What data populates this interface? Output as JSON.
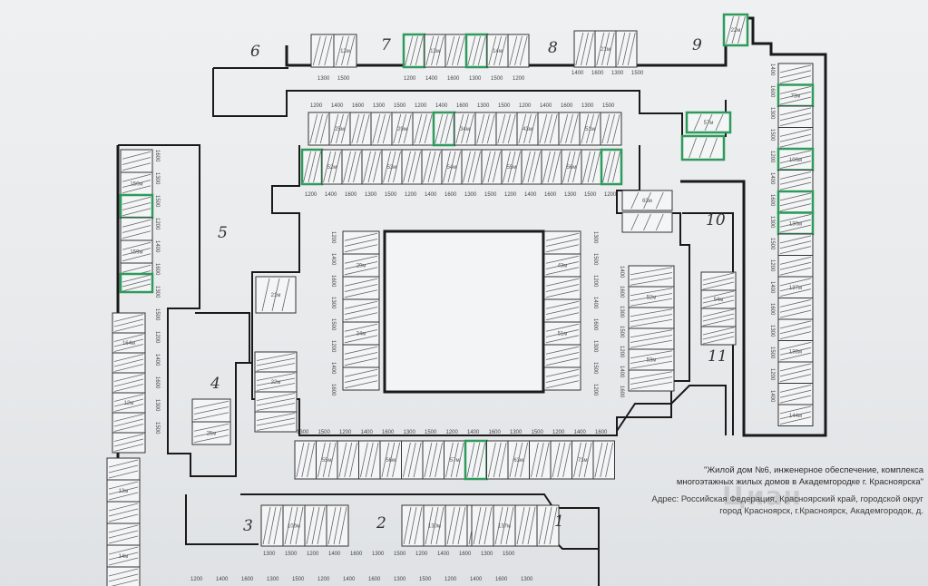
{
  "zones": [
    "1",
    "2",
    "3",
    "4",
    "5",
    "6",
    "7",
    "8",
    "9",
    "10",
    "11"
  ],
  "highlight_color": "#2e9a5c",
  "stall_labels": [
    "12м",
    "13м",
    "14м",
    "21м",
    "22м",
    "25м",
    "29м",
    "34м",
    "43м",
    "51м",
    "52м",
    "53м",
    "54м",
    "55м",
    "56м",
    "57м",
    "63м",
    "73м",
    "106м",
    "130м",
    "137м",
    "138м",
    "144м",
    "150м",
    "159м",
    "164м"
  ],
  "dimension_labels": [
    "1300",
    "1500",
    "1200",
    "1400",
    "1600"
  ],
  "caption": {
    "title": "\"Жилой дом №6, инженерное обеспечение, комплекса многоэтажных жилых домов в Академгородке г. Красноярска\"",
    "address": "Адрес: Российская Федерация, Красноярский край, городской округ город Красноярск, г.Красноярск, Академгородок, д."
  },
  "watermark": "Циан"
}
